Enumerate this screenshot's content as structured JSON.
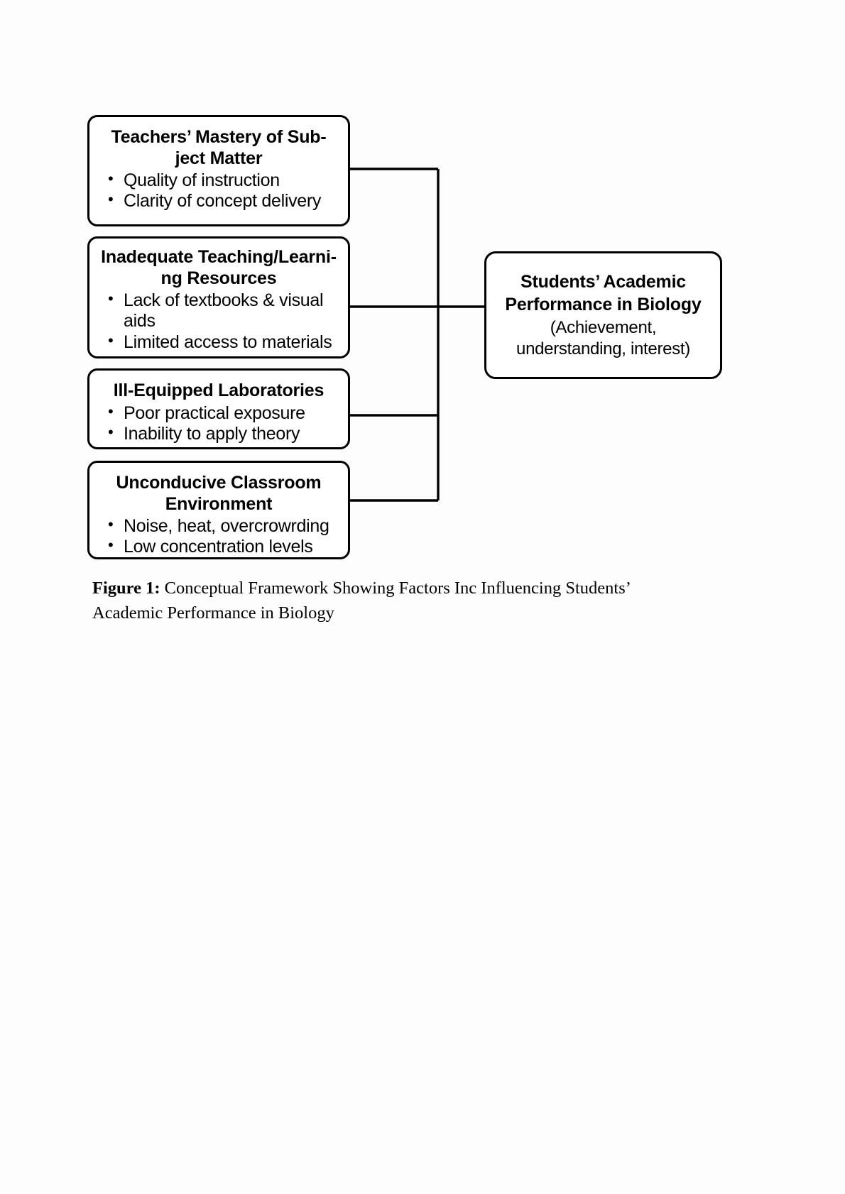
{
  "figure": {
    "caption_label": "Figure 1:",
    "caption_text": " Conceptual Framework Showing Factors Inc Influencing Students’ Academic Performance in Biology"
  },
  "diagram": {
    "type": "conceptual-framework",
    "layout": "four input boxes on the left joined by a bracket connector into one outcome box on the right",
    "arrow": "single arrowhead pointing right into the outcome box",
    "line_color": "#000000",
    "box_fill": "#ffffff",
    "factors": [
      {
        "id": "mastery",
        "title": "Teachers’ Mastery of Sub-\nject Matter",
        "title_line1": "Teachers’ Mastery of Sub-",
        "title_line2": "ject Matter",
        "bullets": [
          "Quality of instruction",
          "Clarity of concept delivery"
        ]
      },
      {
        "id": "resources",
        "title": "Inadequate Teaching/Learni-\nng Resources",
        "title_line1": "Inadequate Teaching/Learni-",
        "title_line2": "ng Resources",
        "bullets": [
          "Lack of textbooks & visual aids",
          "Limited access to materials"
        ]
      },
      {
        "id": "laboratories",
        "title": "Ill-Equipped Laboratories",
        "title_line1": "Ill-Equipped Laboratories",
        "title_line2": "",
        "bullets": [
          "Poor practical exposure",
          "Inability to apply theory"
        ]
      },
      {
        "id": "classroom",
        "title": "Unconducive Classroom\nEnvironment",
        "title_line1": "Unconducive Classroom",
        "title_line2": "Environment",
        "bullets": [
          "Noise, heat, overcrowrding",
          "Low concentration levels"
        ]
      }
    ],
    "outcome": {
      "id": "outcome",
      "title_line1": "Students’ Academic",
      "title_line2": "Performance in Biology",
      "sub_line1": "(Achievement,",
      "sub_line2": "understanding, interest)"
    }
  }
}
